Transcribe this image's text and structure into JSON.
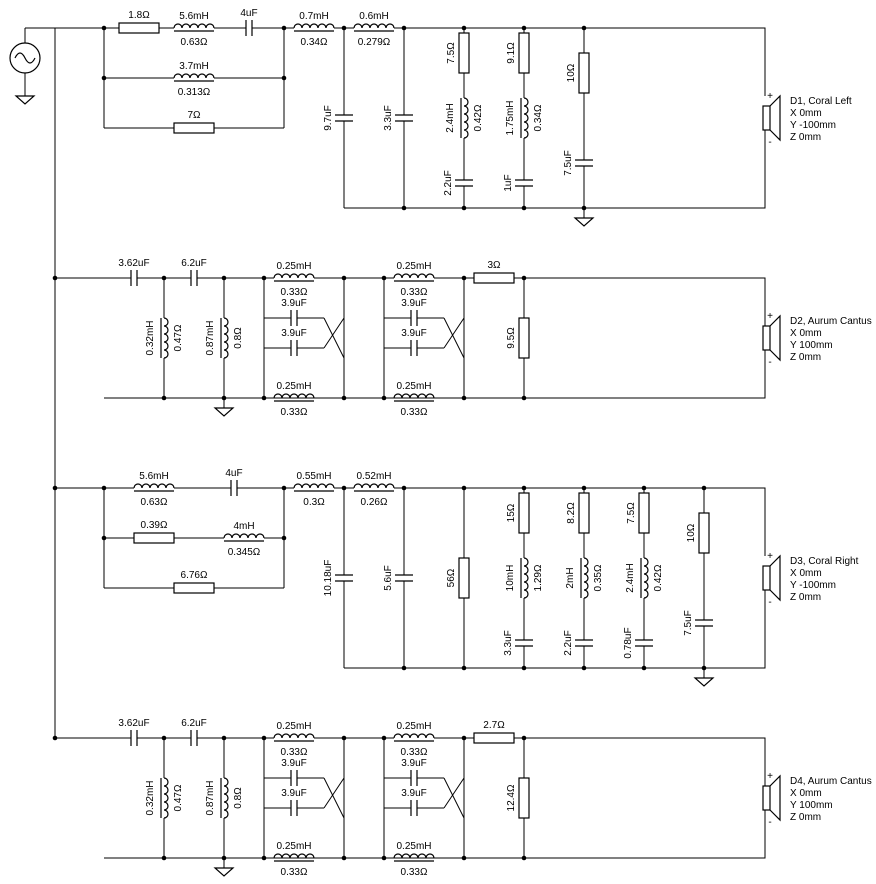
{
  "source": {
    "icon": "ac-source-icon"
  },
  "ch1": {
    "labels": {
      "r1": "1.8Ω",
      "l1": "5.6mH",
      "l1r": "0.63Ω",
      "c1": "4uF",
      "l2": "3.7mH",
      "l2r": "0.313Ω",
      "r2": "7Ω",
      "l3": "0.7mH",
      "l3r": "0.34Ω",
      "l4": "0.6mH",
      "l4r": "0.279Ω",
      "c2": "9.7uF",
      "c3": "3.3uF",
      "z1r": "7.5Ω",
      "z1l": "2.4mH",
      "z1lr": "0.42Ω",
      "z1c": "2.2uF",
      "z2r": "9.1Ω",
      "z2l": "1.75mH",
      "z2lr": "0.34Ω",
      "z2c": "1uF",
      "z3r": "10Ω",
      "z3c": "7.5uF"
    },
    "driver": {
      "name": "D1, Coral Left",
      "x": "X 0mm",
      "y": "Y -100mm",
      "z": "Z 0mm"
    }
  },
  "ch2": {
    "labels": {
      "c1": "3.62uF",
      "c2": "6.2uF",
      "l1": "0.32mH",
      "l1r": "0.47Ω",
      "l2": "0.87mH",
      "l2r": "0.8Ω",
      "la": "0.25mH",
      "lar": "0.33Ω",
      "ca": "3.9uF",
      "cb": "3.9uF",
      "lb": "0.25mH",
      "lbr": "0.33Ω",
      "lc": "0.25mH",
      "lcr": "0.33Ω",
      "cc": "3.9uF",
      "cd": "3.9uF",
      "ld": "0.25mH",
      "ldr": "0.33Ω",
      "rs": "3Ω",
      "rp": "9.5Ω"
    },
    "driver": {
      "name": "D2, Aurum Cantus",
      "x": "X 0mm",
      "y": "Y 100mm",
      "z": "Z 0mm"
    }
  },
  "ch3": {
    "labels": {
      "l1": "5.6mH",
      "l1r": "0.63Ω",
      "c1": "4uF",
      "r1": "0.39Ω",
      "l2": "4mH",
      "l2r": "0.345Ω",
      "r2": "6.76Ω",
      "l3": "0.55mH",
      "l3r": "0.3Ω",
      "l4": "0.52mH",
      "l4r": "0.26Ω",
      "c2": "10.18uF",
      "c3": "5.6uF",
      "r3": "56Ω",
      "z1r": "15Ω",
      "z1l": "10mH",
      "z1lr": "1.29Ω",
      "z1c": "3.3uF",
      "z2r": "8.2Ω",
      "z2l": "2mH",
      "z2lr": "0.35Ω",
      "z2c": "2.2uF",
      "z3r": "7.5Ω",
      "z3l": "2.4mH",
      "z3lr": "0.42Ω",
      "z3c": "0.78uF",
      "z4r": "10Ω",
      "z4c": "7.5uF"
    },
    "driver": {
      "name": "D3, Coral Right",
      "x": "X 0mm",
      "y": "Y -100mm",
      "z": "Z 0mm"
    }
  },
  "ch4": {
    "labels": {
      "c1": "3.62uF",
      "c2": "6.2uF",
      "l1": "0.32mH",
      "l1r": "0.47Ω",
      "l2": "0.87mH",
      "l2r": "0.8Ω",
      "la": "0.25mH",
      "lar": "0.33Ω",
      "ca": "3.9uF",
      "cb": "3.9uF",
      "lb": "0.25mH",
      "lbr": "0.33Ω",
      "lc": "0.25mH",
      "lcr": "0.33Ω",
      "cc": "3.9uF",
      "cd": "3.9uF",
      "ld": "0.25mH",
      "ldr": "0.33Ω",
      "rs": "2.7Ω",
      "rp": "12.4Ω"
    },
    "driver": {
      "name": "D4, Aurum Cantus",
      "x": "X 0mm",
      "y": "Y 100mm",
      "z": "Z 0mm"
    }
  },
  "polarity": {
    "plus": "+",
    "minus": "-"
  }
}
